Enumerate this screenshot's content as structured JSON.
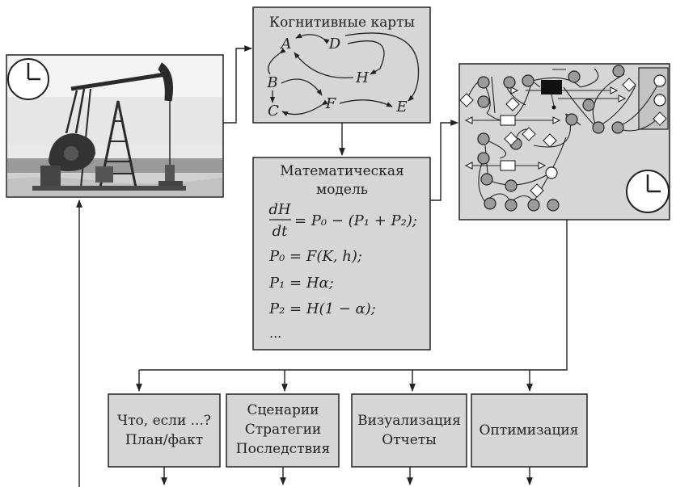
{
  "cognitive_maps": {
    "title": "Когнитивные карты",
    "nodes": {
      "A": "A",
      "B": "B",
      "C": "C",
      "D": "D",
      "E": "E",
      "F": "F",
      "H": "H"
    }
  },
  "math_model": {
    "title_line1": "Математическая",
    "title_line2": "модель",
    "eq1_num": "dH",
    "eq1_den": "dt",
    "eq1_rhs": "= P₀ − (P₁ + P₂);",
    "eq2": "P₀ = F(K, h);",
    "eq3": "P₁ = Hα;",
    "eq4": "P₂ = H(1 − α);",
    "ellipsis": "..."
  },
  "bottom_boxes": [
    {
      "line1": "Что, если ...?",
      "line2": "План/факт"
    },
    {
      "line1": "Сценарии",
      "line2": "Стратегии",
      "line3": "Последствия"
    },
    {
      "line1": "Визуализация",
      "line2": "Отчеты"
    },
    {
      "line1": "Оптимизация"
    }
  ],
  "colors": {
    "box_fill": "#d6d6d6",
    "stroke": "#222222",
    "node_fill": "#9b9b9b"
  }
}
